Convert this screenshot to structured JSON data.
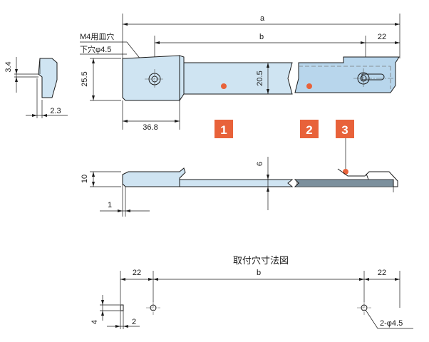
{
  "labels": {
    "a": "a",
    "b_top": "b",
    "dim_22_top": "22",
    "m4": "M4用皿穴",
    "shita_ana": "下穴φ4.5",
    "dim_3_4": "3.4",
    "dim_25_5": "25.5",
    "dim_20_5": "20.5",
    "dim_2_3": "2.3",
    "dim_36_8": "36.8",
    "dim_10": "10",
    "dim_6": "6",
    "dim_1": "1",
    "mount_title": "取付穴寸法図",
    "dim_22_left": "22",
    "b_bottom": "b",
    "dim_22_right": "22",
    "dim_4": "4",
    "dim_2": "2",
    "holes": "2-φ4.5"
  },
  "badges": [
    {
      "id": "1",
      "label": "1"
    },
    {
      "id": "2",
      "label": "2"
    },
    {
      "id": "3",
      "label": "3"
    }
  ],
  "colors": {
    "badge": "#e8623a",
    "part_fill": "#cfe4f2",
    "dot": "#e8623a"
  }
}
